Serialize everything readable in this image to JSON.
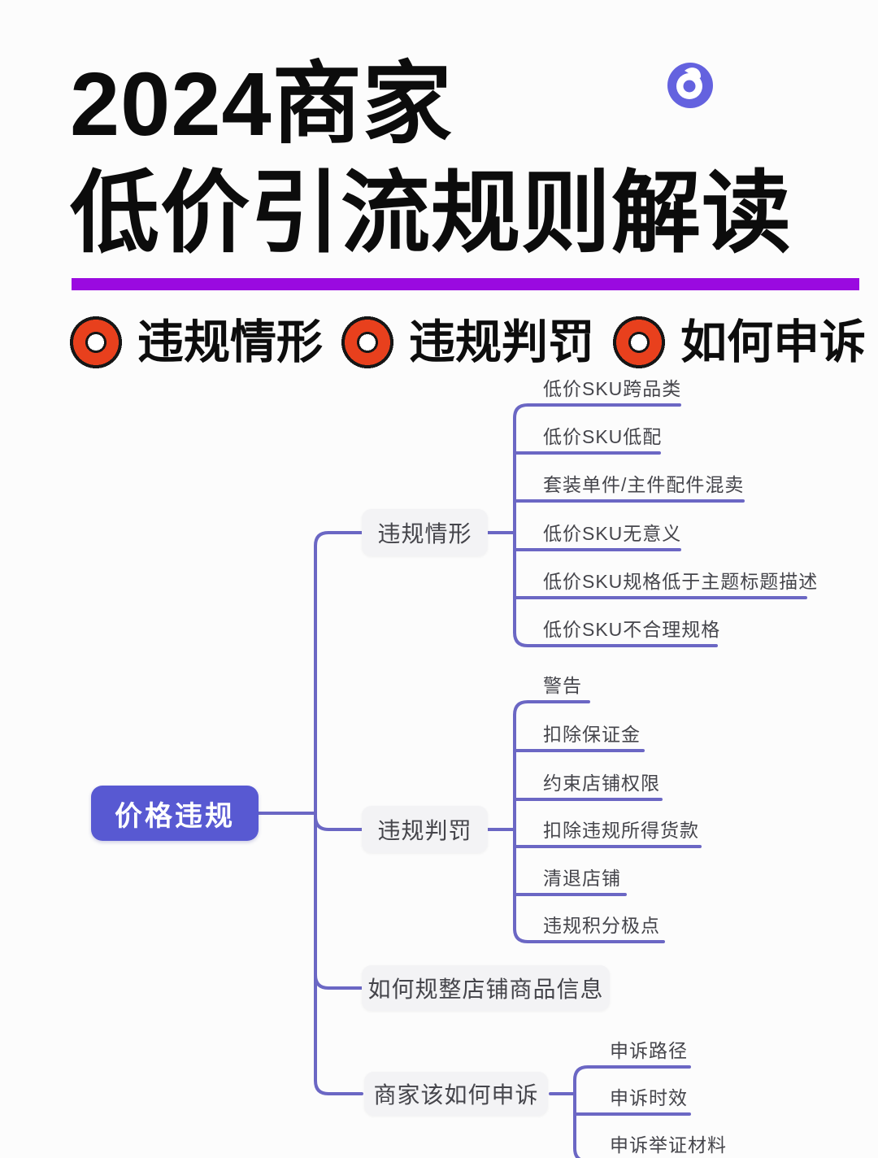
{
  "header": {
    "title_line1": "2024商家",
    "title_line2": "低价引流规则解读",
    "logo": "brand-logo"
  },
  "bullets": [
    {
      "icon": "red-ring-icon",
      "label": "违规情形"
    },
    {
      "icon": "red-ring-icon",
      "label": "违规判罚"
    },
    {
      "icon": "red-ring-icon",
      "label": "如何申诉"
    }
  ],
  "colors": {
    "accent_line_purple": "#6b67c4",
    "root_node_bg": "#5859d2",
    "divider_violet": "#9a0ae0",
    "bullet_ring_red": "#e8401d",
    "bullet_ring_outline": "#161616",
    "branch_box_bg": "#f3f3f5",
    "logo_purple": "#6462df",
    "text_dark": "#45454b"
  },
  "mindmap": {
    "root": {
      "label": "价格违规"
    },
    "branches": [
      {
        "label": "违规情形",
        "children": [
          "低价SKU跨品类",
          "低价SKU低配",
          "套装单件/主件配件混卖",
          "低价SKU无意义",
          "低价SKU规格低于主题标题描述",
          "低价SKU不合理规格"
        ]
      },
      {
        "label": "违规判罚",
        "children": [
          "警告",
          "扣除保证金",
          "约束店铺权限",
          "扣除违规所得货款",
          "清退店铺",
          "违规积分极点"
        ]
      },
      {
        "label": "如何规整店铺商品信息",
        "children": []
      },
      {
        "label": "商家该如何申诉",
        "children": [
          "申诉路径",
          "申诉时效",
          "申诉举证材料"
        ]
      }
    ]
  }
}
